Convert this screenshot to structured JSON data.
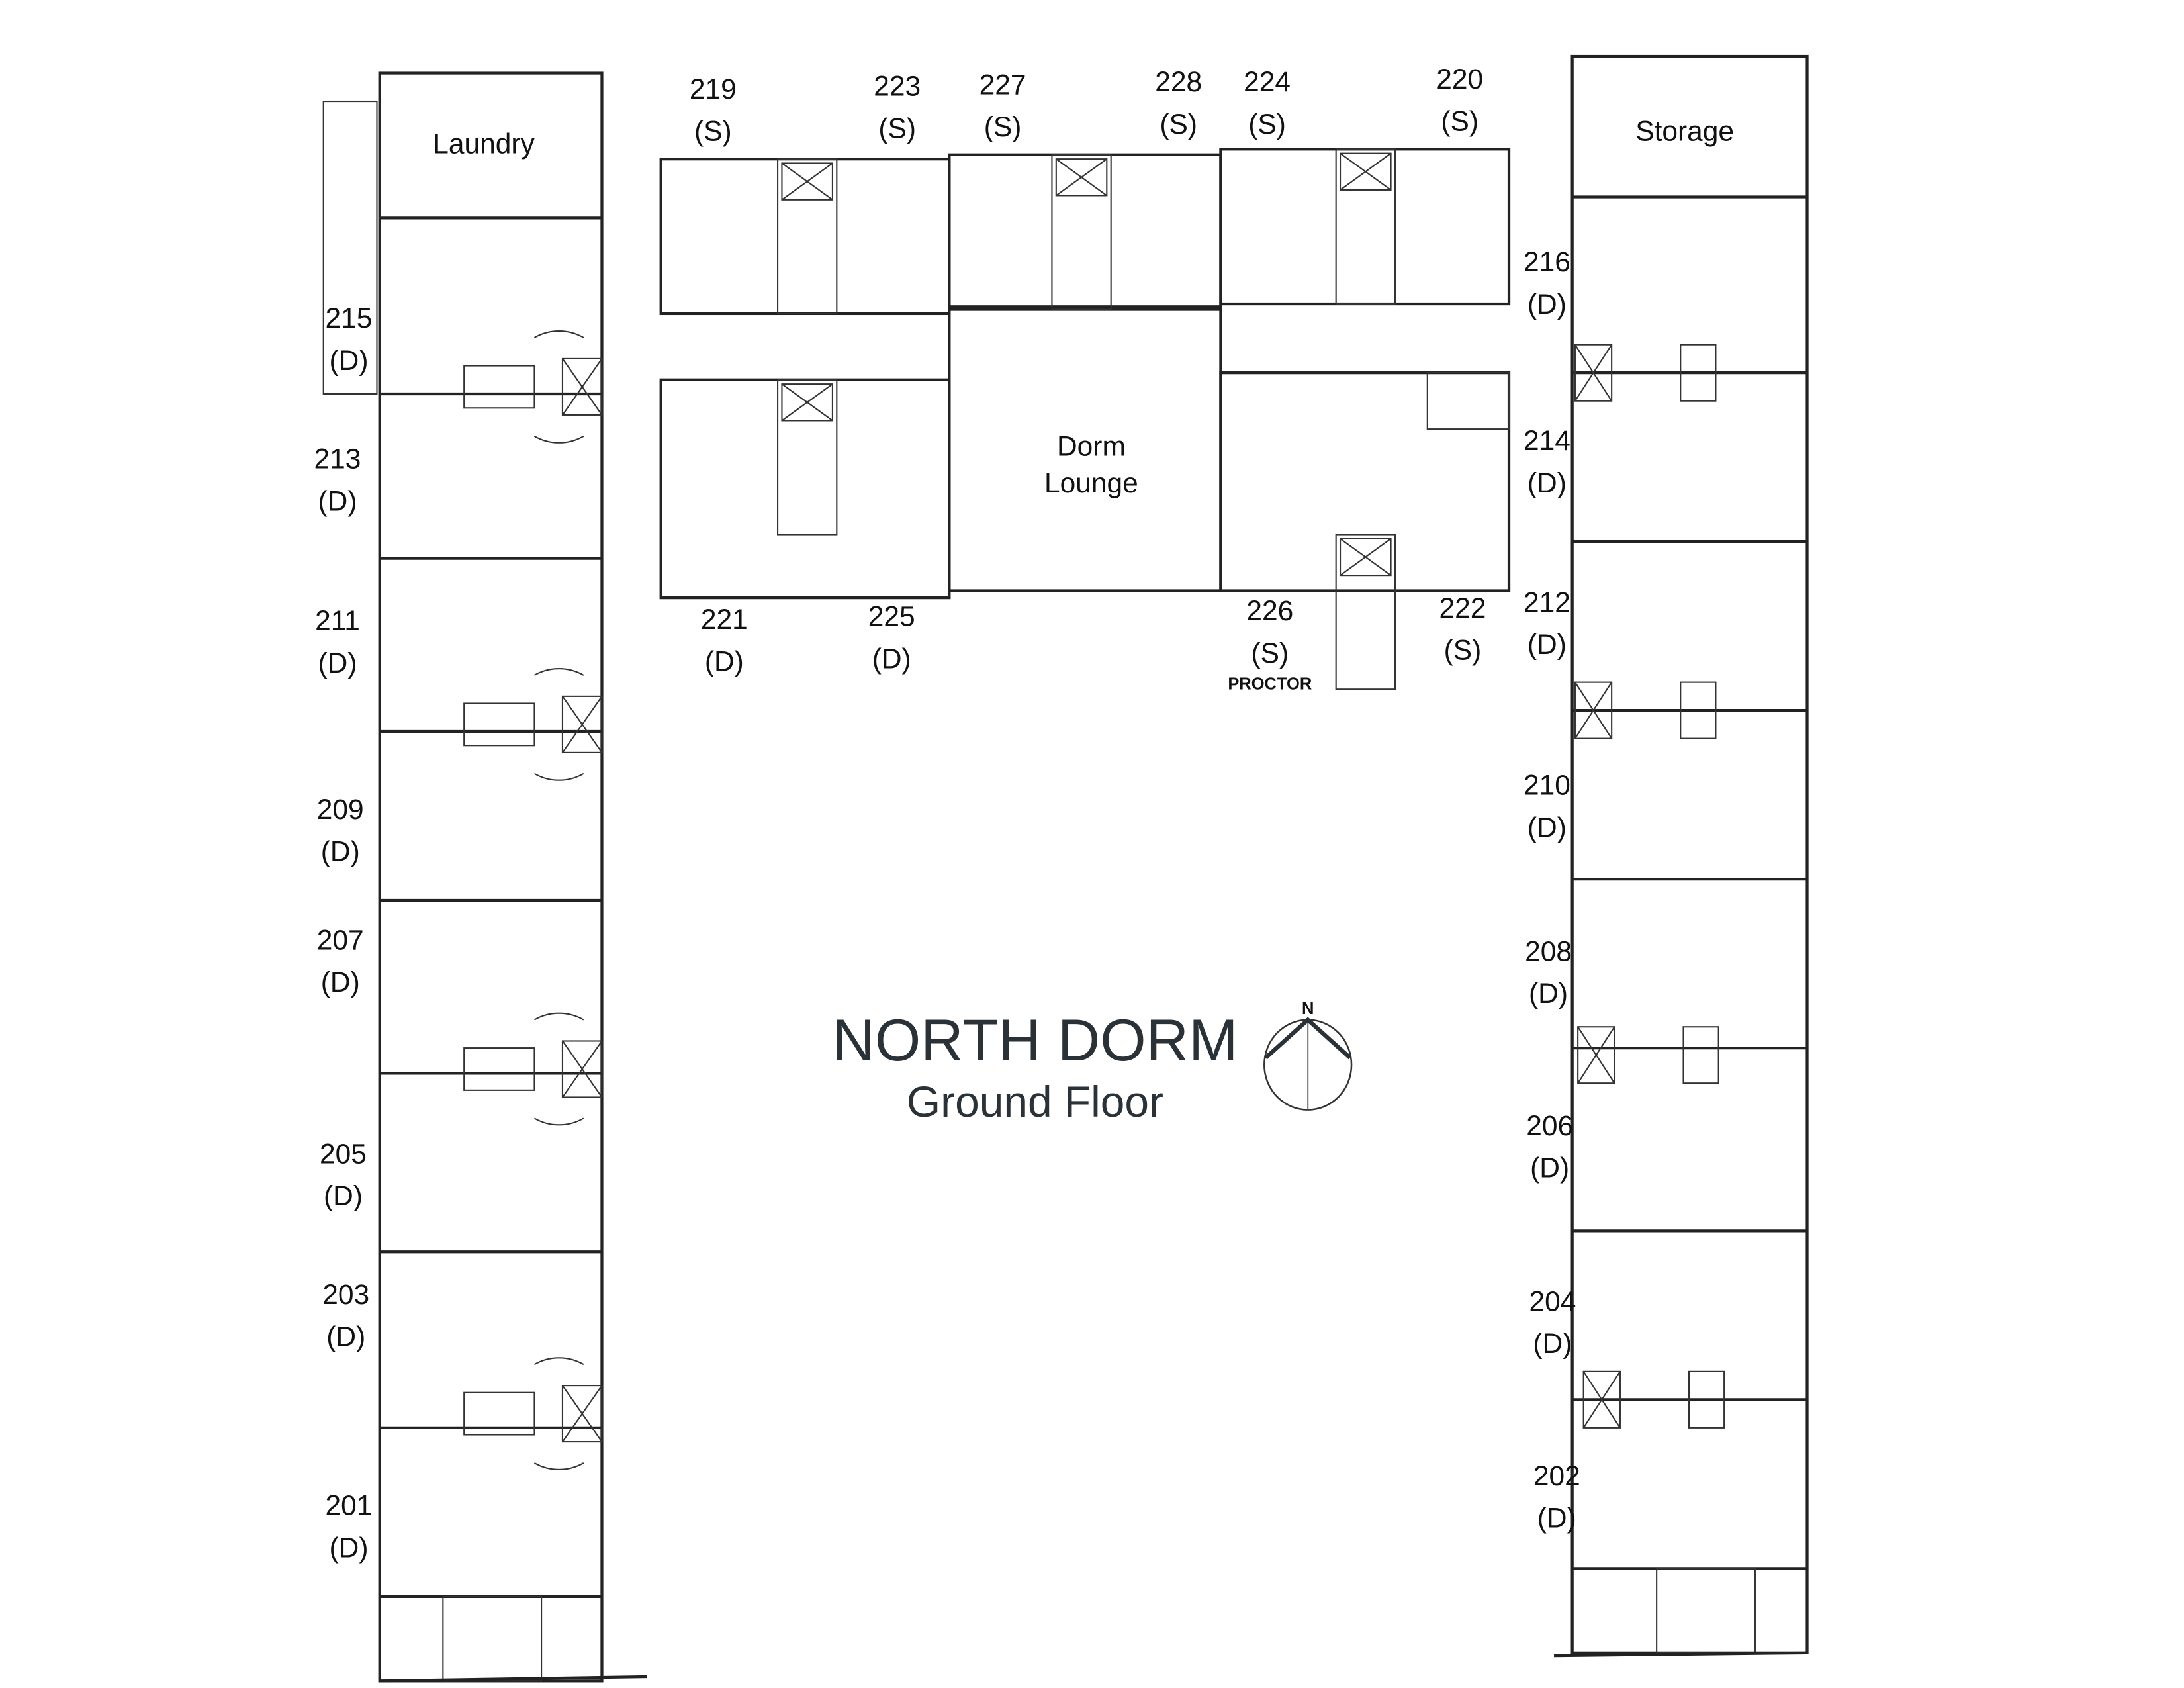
{
  "title": "NORTH DORM",
  "subtitle": "Ground Floor",
  "compass_label": "N",
  "areas": {
    "laundry": "Laundry",
    "storage": "Storage",
    "lounge_line1": "Dorm",
    "lounge_line2": "Lounge"
  },
  "rooms": {
    "r215": {
      "num": "215",
      "type": "(D)"
    },
    "r213": {
      "num": "213",
      "type": "(D)"
    },
    "r211": {
      "num": "211",
      "type": "(D)"
    },
    "r209": {
      "num": "209",
      "type": "(D)"
    },
    "r207": {
      "num": "207",
      "type": "(D)"
    },
    "r205": {
      "num": "205",
      "type": "(D)"
    },
    "r203": {
      "num": "203",
      "type": "(D)"
    },
    "r201": {
      "num": "201",
      "type": "(D)"
    },
    "r216": {
      "num": "216",
      "type": "(D)"
    },
    "r214": {
      "num": "214",
      "type": "(D)"
    },
    "r212": {
      "num": "212",
      "type": "(D)"
    },
    "r210": {
      "num": "210",
      "type": "(D)"
    },
    "r208": {
      "num": "208",
      "type": "(D)"
    },
    "r206": {
      "num": "206",
      "type": "(D)"
    },
    "r204": {
      "num": "204",
      "type": "(D)"
    },
    "r202": {
      "num": "202",
      "type": "(D)"
    },
    "r219": {
      "num": "219",
      "type": "(S)"
    },
    "r223": {
      "num": "223",
      "type": "(S)"
    },
    "r227": {
      "num": "227",
      "type": "(S)"
    },
    "r228": {
      "num": "228",
      "type": "(S)"
    },
    "r224": {
      "num": "224",
      "type": "(S)"
    },
    "r220": {
      "num": "220",
      "type": "(S)"
    },
    "r221": {
      "num": "221",
      "type": "(D)"
    },
    "r225": {
      "num": "225",
      "type": "(D)"
    },
    "r226": {
      "num": "226",
      "type": "(S)",
      "note": "PROCTOR"
    },
    "r222": {
      "num": "222",
      "type": "(S)"
    }
  }
}
